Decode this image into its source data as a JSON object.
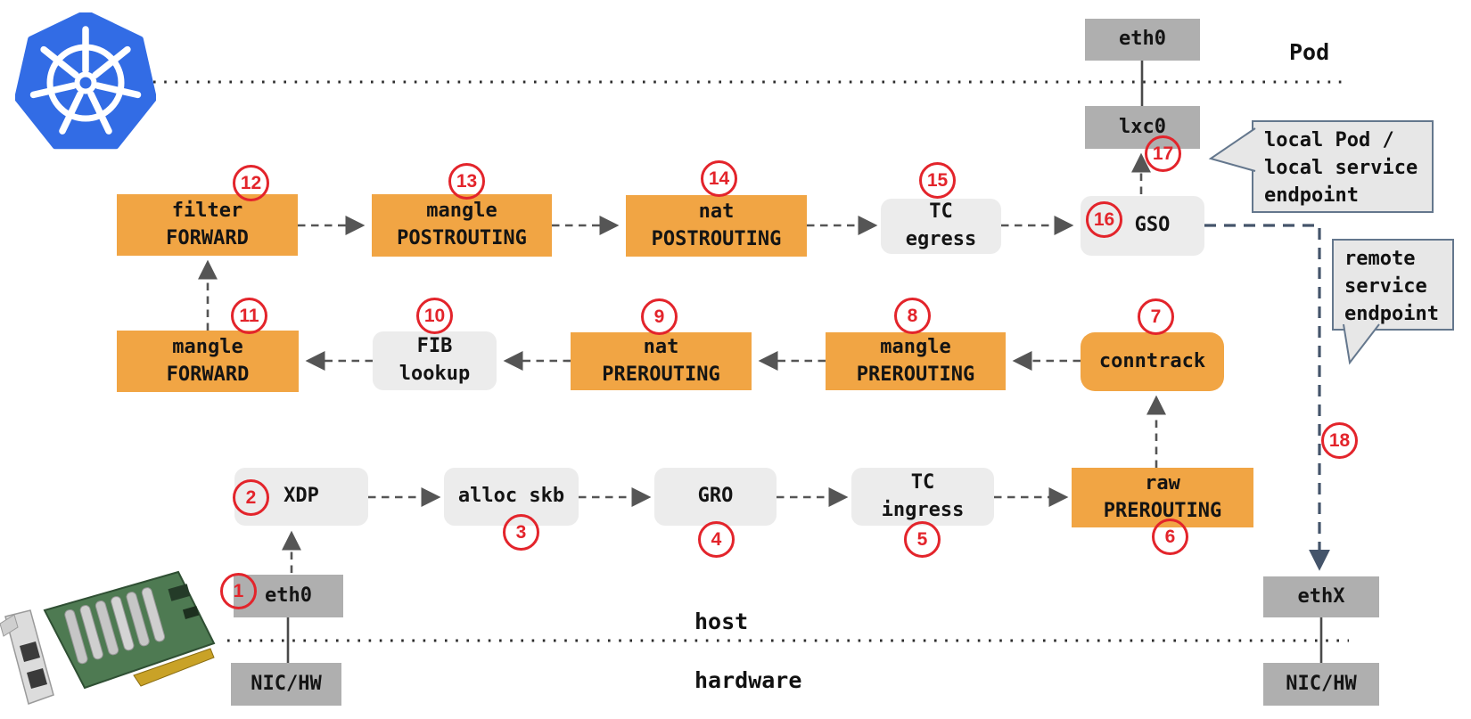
{
  "title": "Kubernetes host networking datapath",
  "regions": {
    "pod": "Pod",
    "host": "host",
    "hardware": "hardware"
  },
  "colors": {
    "netfilter_orange": "#F1A544",
    "kernel_stage_light": "#ECECEC",
    "interface_gray": "#AFAFAF",
    "step_red": "#E3242B",
    "arrow_gray": "#555555",
    "remote_path_slate": "#44546A",
    "kubernetes_blue": "#326CE5"
  },
  "nodes": [
    {
      "id": "eth0-pod",
      "label": "eth0"
    },
    {
      "id": "lxc0",
      "label": "lxc0"
    },
    {
      "id": "filter-forward",
      "label": "filter\nFORWARD"
    },
    {
      "id": "mangle-postrouting",
      "label": "mangle\nPOSTROUTING"
    },
    {
      "id": "nat-postrouting",
      "label": "nat\nPOSTROUTING"
    },
    {
      "id": "tc-egress",
      "label": "TC\negress"
    },
    {
      "id": "gso",
      "label": "GSO"
    },
    {
      "id": "mangle-forward",
      "label": "mangle\nFORWARD"
    },
    {
      "id": "fib-lookup",
      "label": "FIB\nlookup"
    },
    {
      "id": "nat-prerouting",
      "label": "nat\nPREROUTING"
    },
    {
      "id": "mangle-prerouting",
      "label": "mangle\nPREROUTING"
    },
    {
      "id": "conntrack",
      "label": "conntrack"
    },
    {
      "id": "xdp",
      "label": "XDP"
    },
    {
      "id": "alloc-skb",
      "label": "alloc skb"
    },
    {
      "id": "gro",
      "label": "GRO"
    },
    {
      "id": "tc-ingress",
      "label": "TC\ningress"
    },
    {
      "id": "raw-prerouting",
      "label": "raw\nPREROUTING"
    },
    {
      "id": "eth0-host",
      "label": "eth0"
    },
    {
      "id": "nic-hw-left",
      "label": "NIC/HW"
    },
    {
      "id": "ethx",
      "label": "ethX"
    },
    {
      "id": "nic-hw-right",
      "label": "NIC/HW"
    }
  ],
  "steps": [
    "1",
    "2",
    "3",
    "4",
    "5",
    "6",
    "7",
    "8",
    "9",
    "10",
    "11",
    "12",
    "13",
    "14",
    "15",
    "16",
    "17",
    "18"
  ],
  "callouts": {
    "local": "local Pod /\nlocal service\nendpoint",
    "remote": "remote\nservice\nendpoint"
  }
}
